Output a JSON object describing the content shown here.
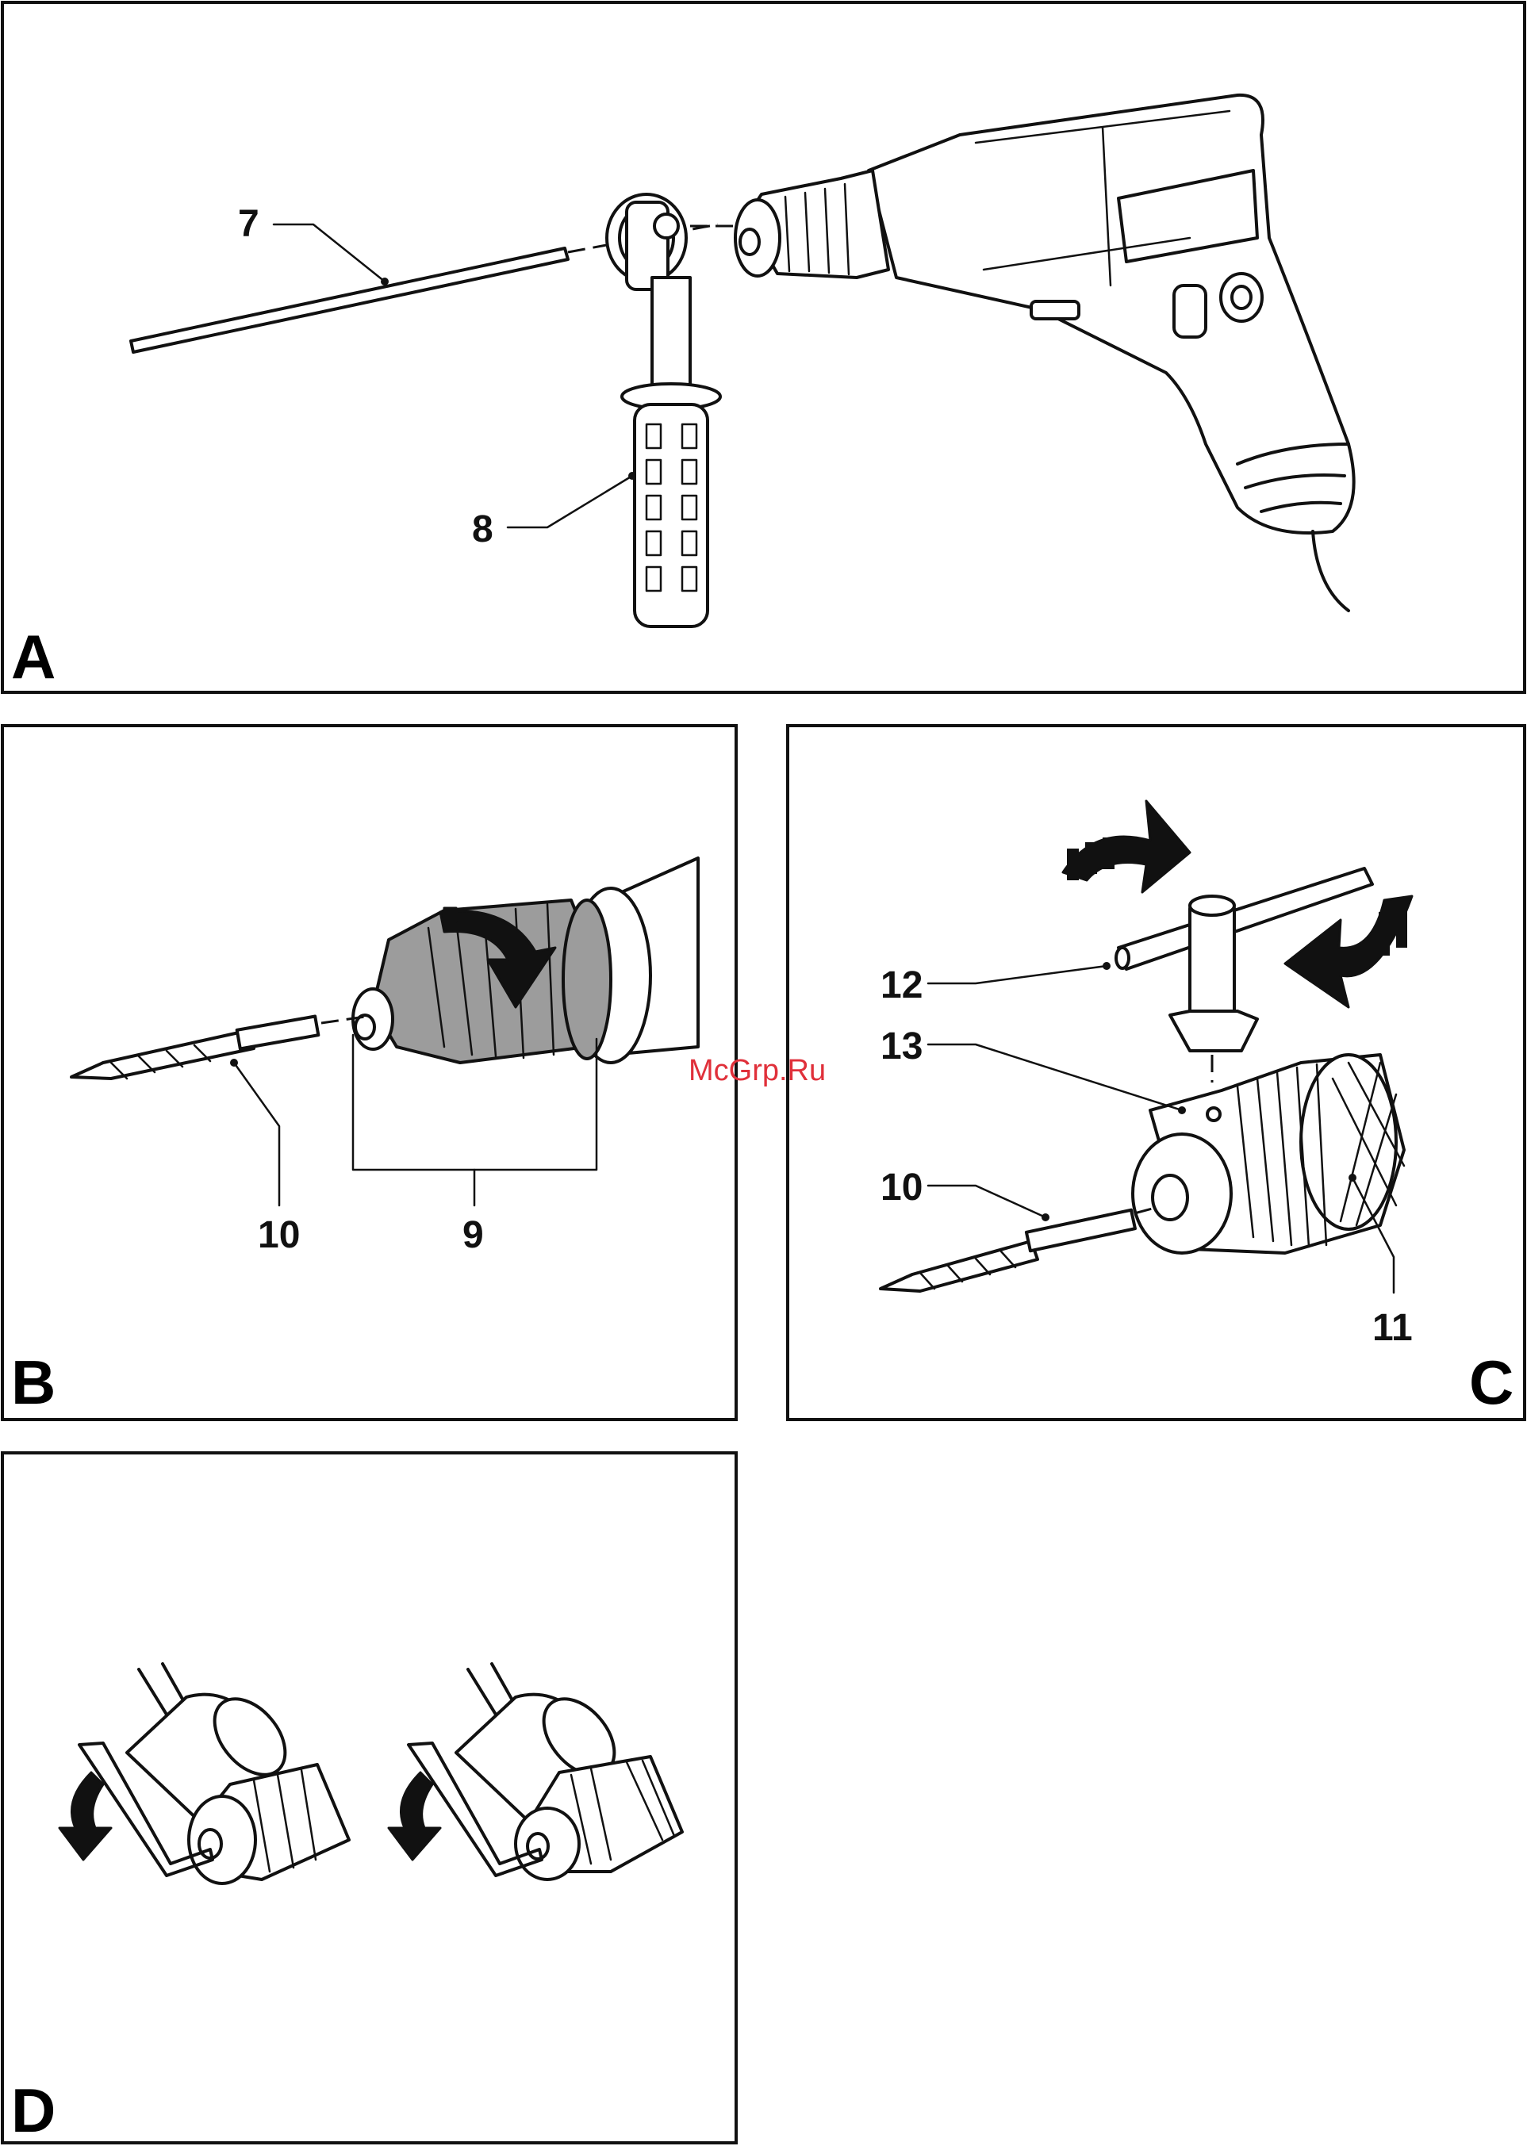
{
  "panels": {
    "A": {
      "letter": "A",
      "callouts": {
        "c7": "7",
        "c8": "8"
      }
    },
    "B": {
      "letter": "B",
      "callouts": {
        "c10": "10",
        "c9": "9"
      }
    },
    "C": {
      "letter": "C",
      "callouts": {
        "c12": "12",
        "c13": "13",
        "c10": "10",
        "c11": "11"
      }
    },
    "D": {
      "letter": "D"
    }
  },
  "watermark": "McGrp.Ru",
  "colors": {
    "line": "#111111",
    "chuck_gray": "#9c9c9c",
    "watermark": "#e0303a"
  }
}
